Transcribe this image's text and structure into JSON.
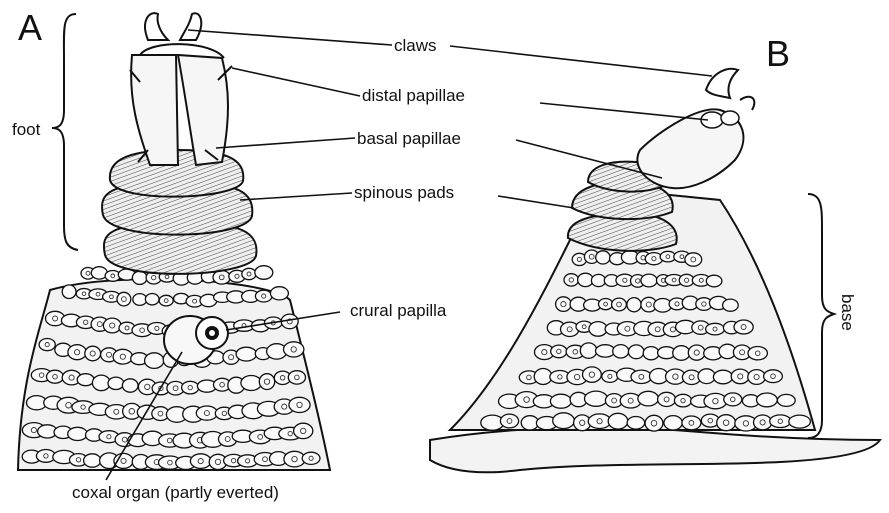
{
  "panels": {
    "a": "A",
    "b": "B"
  },
  "labels": {
    "claws": "claws",
    "distal_papillae": "distal papillae",
    "basal_papillae": "basal papillae",
    "spinous_pads": "spinous pads",
    "crural_papilla": "crural papilla",
    "coxal_organ": "coxal organ (partly everted)",
    "foot": "foot",
    "base": "base"
  },
  "colors": {
    "ink": "#111111",
    "fill": "#f3f3f3",
    "shade": "#d8d8d8"
  }
}
